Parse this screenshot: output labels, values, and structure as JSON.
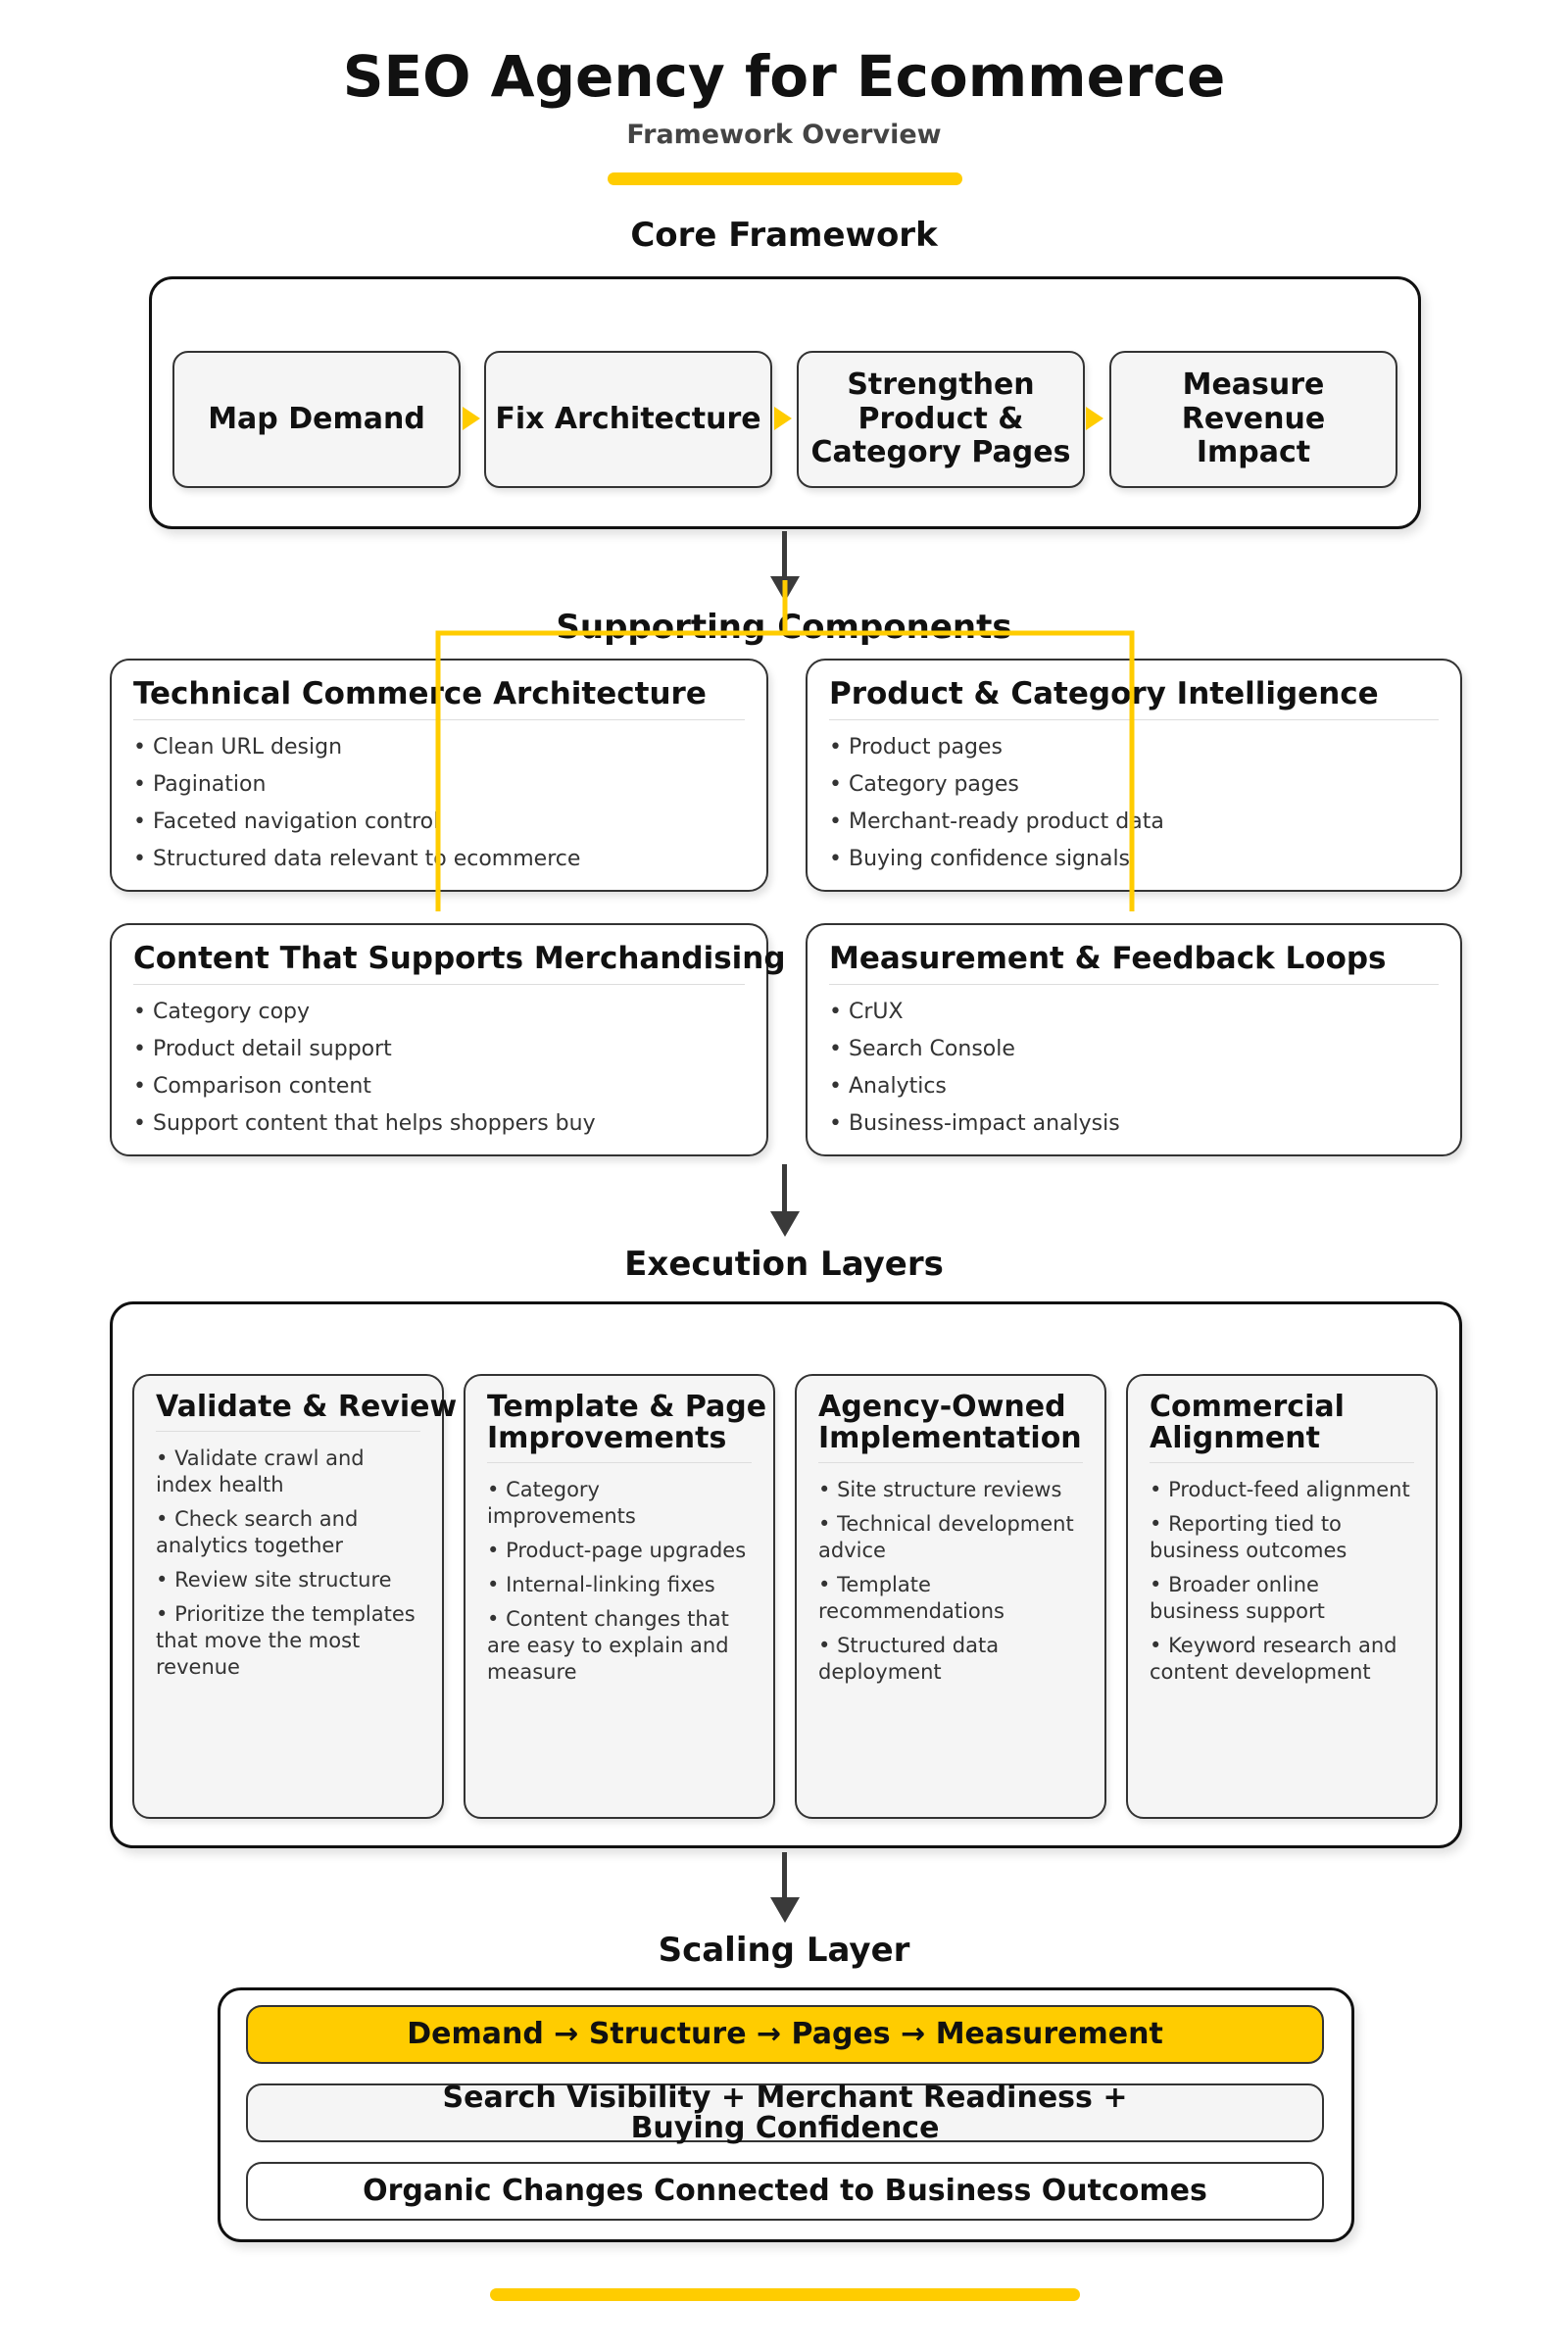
{
  "header": {
    "title": "SEO Agency for Ecommerce",
    "subtitle": "Framework Overview"
  },
  "core": {
    "title": "Core Framework",
    "steps": [
      {
        "lines": [
          "Map Demand"
        ]
      },
      {
        "lines": [
          "Fix Architecture"
        ]
      },
      {
        "lines": [
          "Strengthen",
          "Product &",
          "Category Pages"
        ]
      },
      {
        "lines": [
          "Measure Revenue",
          "Impact"
        ]
      }
    ]
  },
  "supporting": {
    "title": "Supporting Components",
    "cards": [
      {
        "title": "Technical Commerce Architecture",
        "items": [
          "Clean URL design",
          "Pagination",
          "Faceted navigation control",
          "Structured data relevant to ecommerce"
        ]
      },
      {
        "title": "Product & Category Intelligence",
        "items": [
          "Product pages",
          "Category pages",
          "Merchant-ready product data",
          "Buying confidence signals"
        ]
      },
      {
        "title": "Content That Supports Merchandising",
        "items": [
          "Category copy",
          "Product detail support",
          "Comparison content",
          "Support content that helps shoppers buy"
        ]
      },
      {
        "title": "Measurement & Feedback Loops",
        "items": [
          "CrUX",
          "Search Console",
          "Analytics",
          "Business-impact analysis"
        ]
      }
    ]
  },
  "execution": {
    "title": "Execution Layers",
    "cards": [
      {
        "title": "Validate & Review",
        "items": [
          "Validate crawl and index health",
          "Check search and analytics together",
          "Review site structure",
          "Prioritize the templates that move the most revenue"
        ]
      },
      {
        "title": "Template & Page Improvements",
        "items": [
          "Category improvements",
          "Product-page upgrades",
          "Internal-linking fixes",
          "Content changes that are easy to explain and measure"
        ]
      },
      {
        "title": "Agency-Owned Implementation",
        "items": [
          "Site structure reviews",
          "Technical development advice",
          "Template recommendations",
          "Structured data deployment"
        ]
      },
      {
        "title": "Commercial Alignment",
        "items": [
          "Product-feed alignment",
          "Reporting tied to business outcomes",
          "Broader online business support",
          "Keyword research and content development"
        ]
      }
    ]
  },
  "scaling": {
    "title": "Scaling Layer",
    "bands": [
      "Demand → Structure → Pages → Measurement",
      "Search Visibility + Merchant Readiness + Buying Confidence",
      "Organic Changes Connected to Business Outcomes"
    ]
  },
  "colors": {
    "accent": "#FFCC00",
    "border": "#111111",
    "card_fill": "#F5F5F5",
    "arrow": "#3A3A3A"
  }
}
